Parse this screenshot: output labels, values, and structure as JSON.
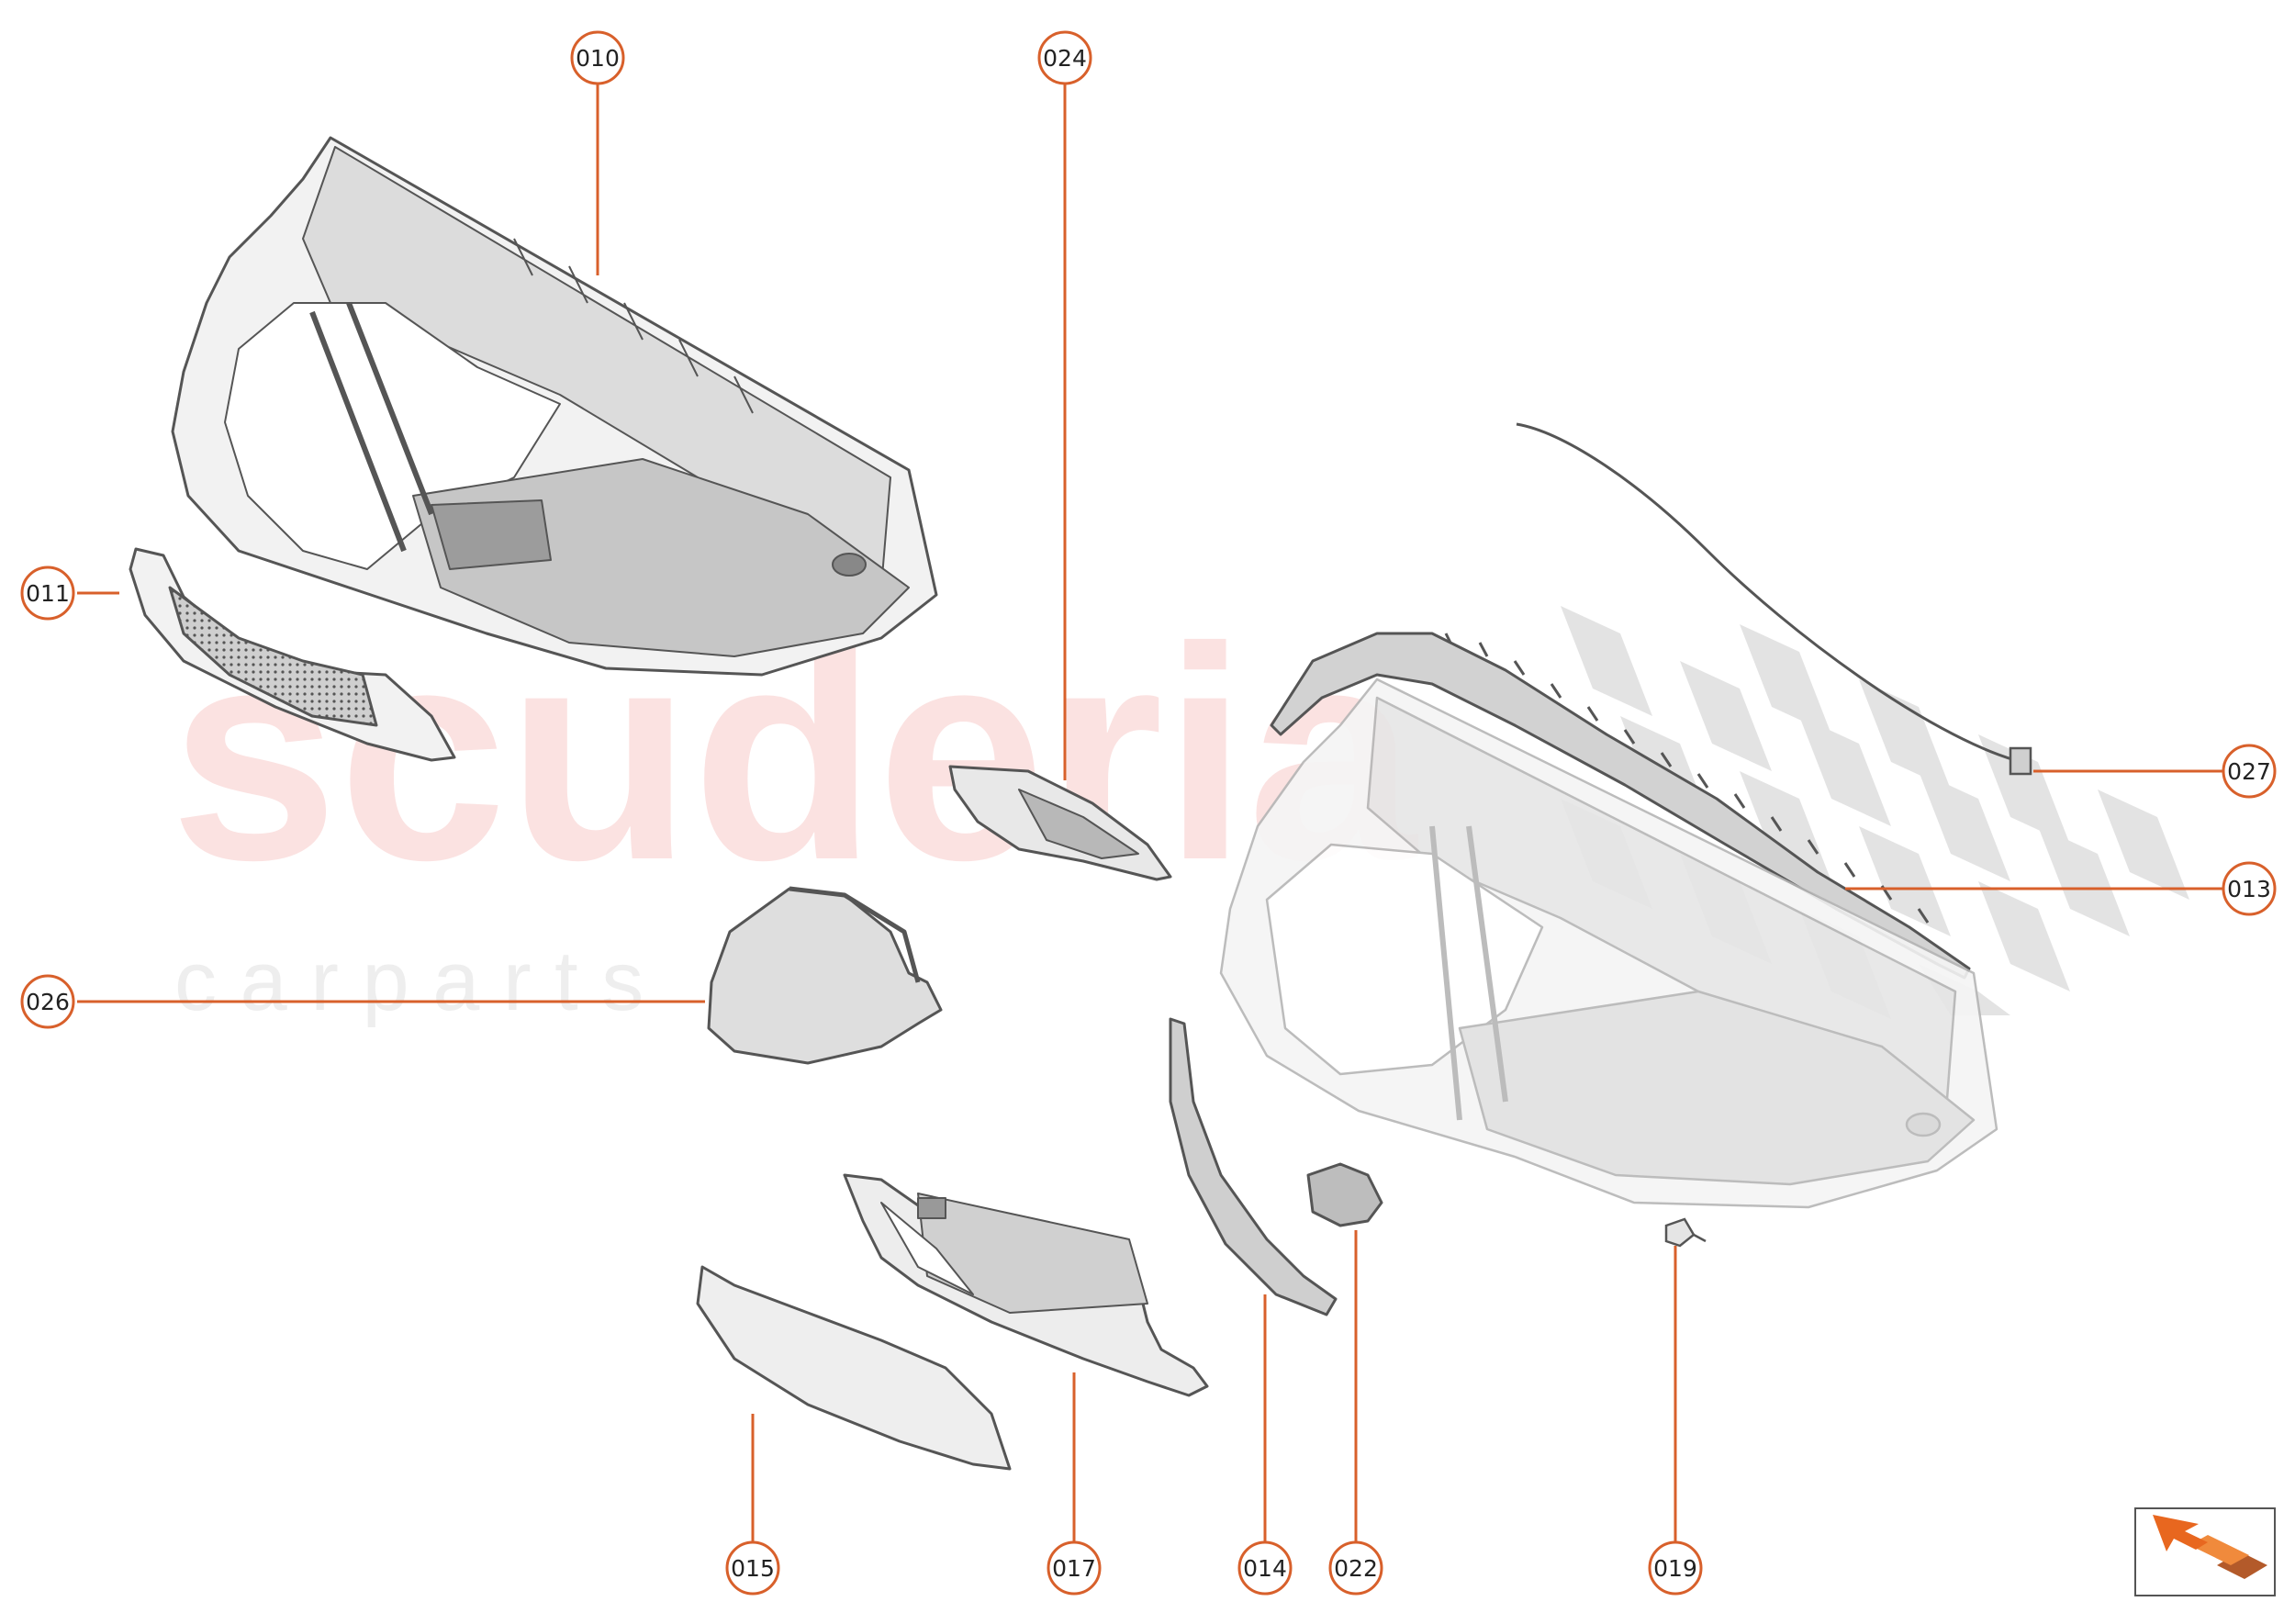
{
  "watermark": {
    "brand": "scuderia",
    "subtitle": "c a r p a r t s"
  },
  "colors": {
    "callout": "#d8602b",
    "watermark_brand": "#fbe2e1",
    "watermark_sub": "#eeeeee",
    "checker": "#e3e3e3",
    "part_fill": "#f2f2f2",
    "part_stroke": "#555555",
    "ghost_stroke": "#b5b5b5"
  },
  "callouts": [
    "010",
    "024",
    "011",
    "027",
    "013",
    "026",
    "015",
    "017",
    "014",
    "022",
    "019"
  ],
  "nav_icon": "orange-arrow-icon"
}
